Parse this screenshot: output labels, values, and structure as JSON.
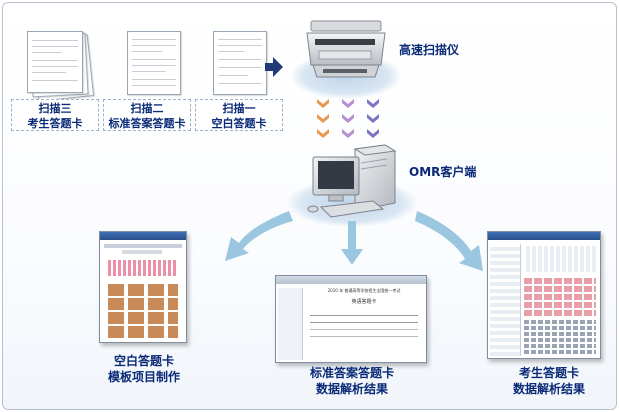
{
  "top_labels": {
    "scan3": [
      "扫描三",
      "考生答题卡"
    ],
    "scan2": [
      "扫描二",
      "标准答案答题卡"
    ],
    "scan1": [
      "扫描一",
      "空白答题卡"
    ]
  },
  "scanner_label": "高速扫描仪",
  "client_label": "OMR客户端",
  "bottom_labels": {
    "left": [
      "空白答题卡",
      "模板项目制作"
    ],
    "middle": [
      "标准答案答题卡",
      "数据解析结果"
    ],
    "right": [
      "考生答题卡",
      "数据解析结果"
    ]
  },
  "middle_screen_text": {
    "title": "2010 年 普通高等学校招生全国统一考试",
    "subtitle": "英语答题卡"
  },
  "colors": {
    "label_text": "#0a2a78",
    "arrow_blue": "#8fc0dc",
    "chevron_orange": "#e79a4f",
    "chevron_purple": "#b78fd0",
    "chevron_violet": "#7f74c2"
  }
}
